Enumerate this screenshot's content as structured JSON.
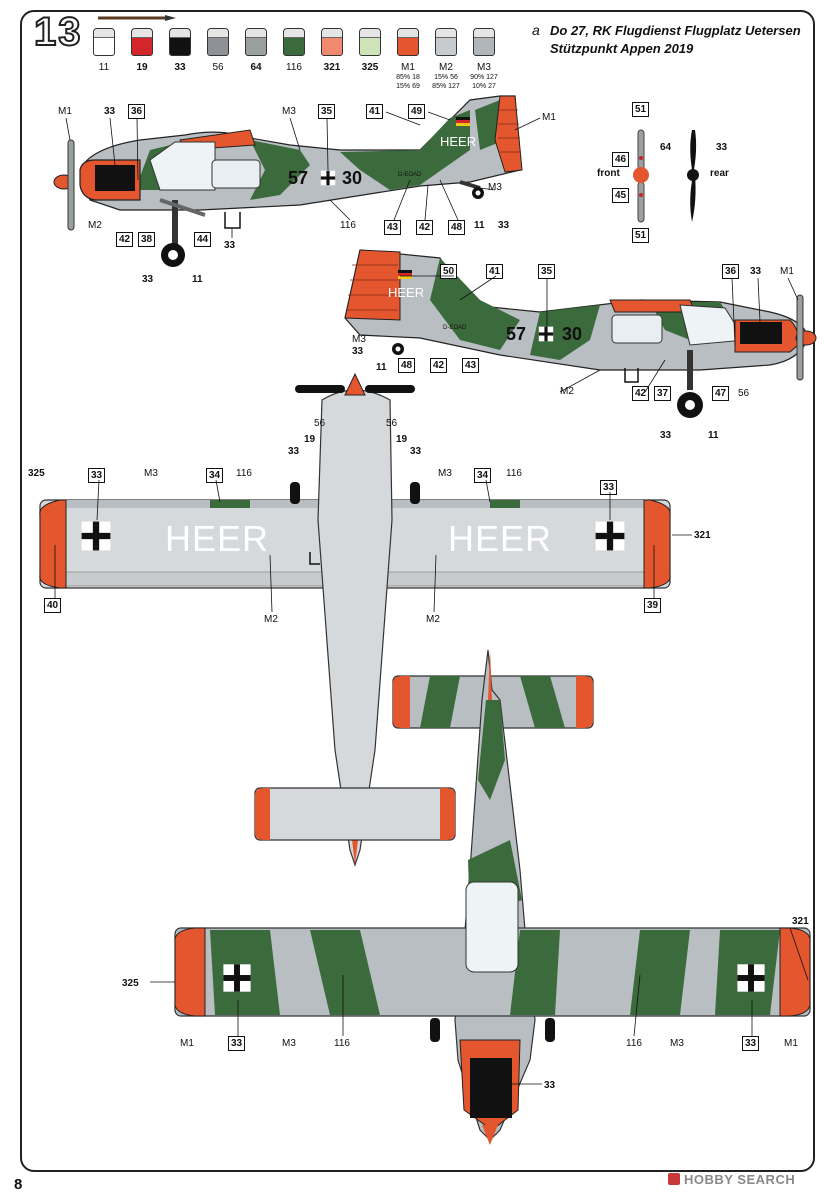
{
  "step": {
    "number": "13"
  },
  "colors": {
    "orange": "#e4572e",
    "green": "#3b6a3c",
    "grey": "#b8bec4",
    "light_grey": "#d6d9db",
    "black": "#111111",
    "white": "#ffffff"
  },
  "paints": [
    {
      "code": "11",
      "mix": [
        "",
        ""
      ],
      "color": "#ffffff"
    },
    {
      "code": "19",
      "mix": [
        "",
        ""
      ],
      "color": "#d2262b"
    },
    {
      "code": "33",
      "mix": [
        "",
        ""
      ],
      "color": "#111111"
    },
    {
      "code": "56",
      "mix": [
        "",
        ""
      ],
      "color": "#8e9195"
    },
    {
      "code": "64",
      "mix": [
        "",
        ""
      ],
      "color": "#9aa0a0"
    },
    {
      "code": "116",
      "mix": [
        "",
        ""
      ],
      "color": "#3b6a3c"
    },
    {
      "code": "321",
      "mix": [
        "",
        ""
      ],
      "color": "#f08a6e"
    },
    {
      "code": "325",
      "mix": [
        "",
        ""
      ],
      "color": "#cfe3b8"
    },
    {
      "code": "M1",
      "mix": [
        "85% 18",
        "15% 69"
      ],
      "color": "#e4572e"
    },
    {
      "code": "M2",
      "mix": [
        "15% 56",
        "85% 127"
      ],
      "color": "#c8cbcd"
    },
    {
      "code": "M3",
      "mix": [
        "90% 127",
        "10% 27"
      ],
      "color": "#b0b5b9"
    }
  ],
  "header": {
    "scheme_letter": "a",
    "title_line1": "Do 27, RK Flugdienst Flugplatz Uetersen",
    "title_line2": "Stützpunkt Appen 2019"
  },
  "markings": {
    "heer": "HEER",
    "registration": "D-EOAD",
    "code_left": "57",
    "code_right": "30"
  },
  "labels": {
    "m1": "M1",
    "m2": "M2",
    "m3": "M3",
    "c11": "11",
    "c19": "19",
    "c33": "33",
    "c56": "56",
    "c64": "64",
    "c116": "116",
    "c321": "321",
    "c325": "325",
    "d34": "34",
    "d35": "35",
    "d36": "36",
    "d37": "37",
    "d38": "38",
    "d39": "39",
    "d40": "40",
    "d41": "41",
    "d42": "42",
    "d43": "43",
    "d44": "44",
    "d45": "45",
    "d46": "46",
    "d47": "47",
    "d48": "48",
    "d49": "49",
    "d50": "50",
    "d51": "51",
    "front": "front",
    "rear": "rear"
  },
  "footer": {
    "page": "8",
    "watermark": "HOBBY SEARCH"
  }
}
